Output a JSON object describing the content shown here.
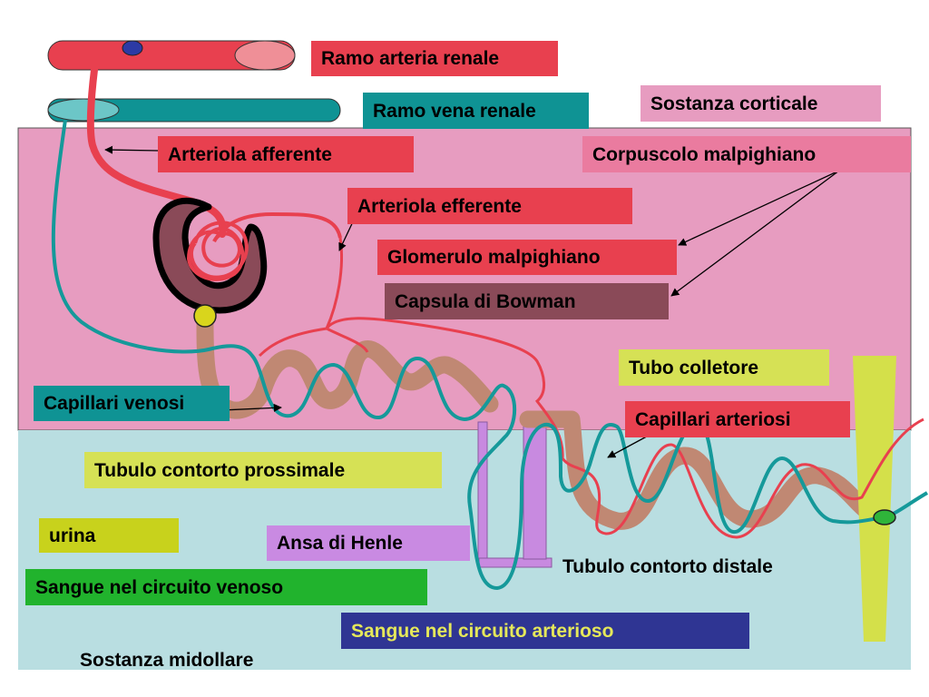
{
  "colors": {
    "cortex": "#e79cc0",
    "medulla": "#b9dee1",
    "artery": "#e8404f",
    "vein": "#15999a",
    "tubule": "#c08873",
    "capsule": "#8a4a58",
    "henle": "#c88ae0",
    "collector": "#d4e04a",
    "label_red": "#e8404f",
    "label_teal": "#0f9394",
    "label_pink": "#e79cc0",
    "label_pinkdark": "#ea7b9f",
    "label_brown": "#8a4a58",
    "label_yellow": "#d6e155",
    "label_olive": "#c8d21c",
    "label_violet": "#c98ae2",
    "label_green": "#21b32d",
    "label_navy": "#2f3593",
    "label_navy_text": "#e5e85a"
  },
  "labels": {
    "ramo_arteria": "Ramo arteria renale",
    "ramo_vena": "Ramo vena renale",
    "sostanza_corticale": "Sostanza corticale",
    "arteriola_afferente": "Arteriola afferente",
    "corpuscolo": "Corpuscolo malpighiano",
    "arteriola_efferente": "Arteriola efferente",
    "glomerulo": "Glomerulo malpighiano",
    "capsula": "Capsula di Bowman",
    "tubo_colletore": "Tubo colletore",
    "capillari_venosi": "Capillari venosi",
    "capillari_arteriosi": "Capillari arteriosi",
    "tubulo_prossimale": "Tubulo contorto prossimale",
    "urina": "urina",
    "ansa_henle": "Ansa di Henle",
    "tubulo_distale": "Tubulo contorto distale",
    "sangue_venoso": "Sangue nel circuito venoso",
    "sangue_arterioso": "Sangue nel circuito arterioso",
    "sostanza_midollare": "Sostanza midollare"
  }
}
